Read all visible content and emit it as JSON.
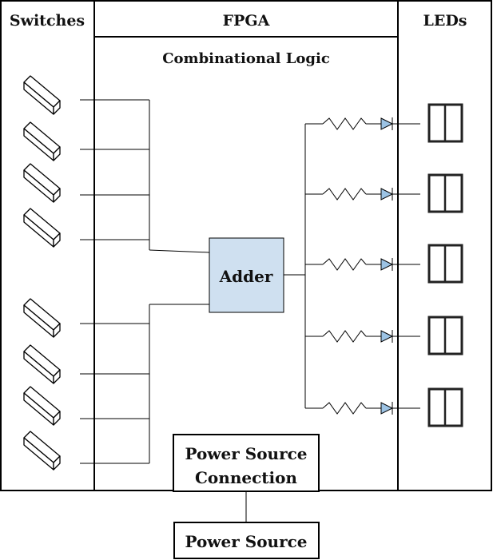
{
  "headers": {
    "switches": "Switches",
    "fpga": "FPGA",
    "leds": "LEDs"
  },
  "fpga_subtitle": "Combinational Logic",
  "adder_label": "Adder",
  "power_connection_label": {
    "line1": "Power Source",
    "line2": "Connection"
  },
  "power_source_label": "Power Source",
  "colors": {
    "adder_fill": "#cfe0f0",
    "line": "#000000",
    "diode_fill": "#9cc3e4"
  },
  "counts": {
    "switch_groups": 2,
    "switches_per_group": 4,
    "led_outputs": 5
  }
}
